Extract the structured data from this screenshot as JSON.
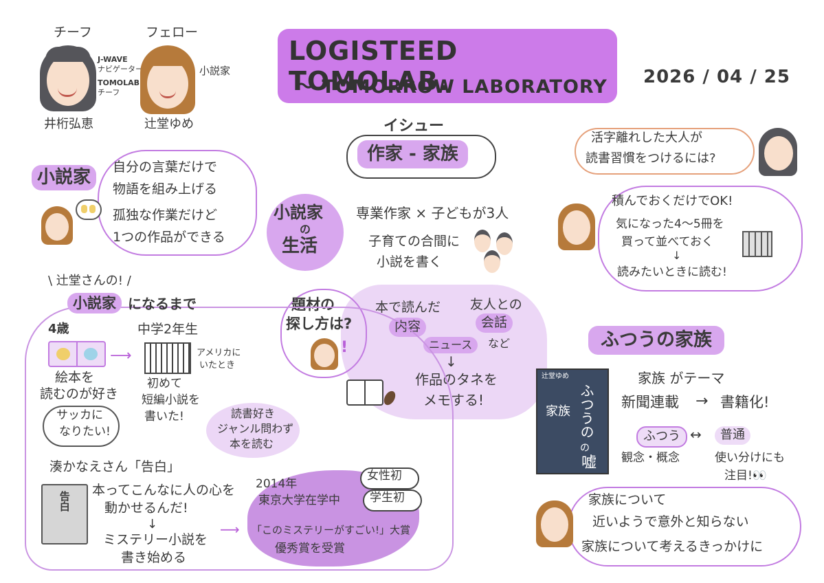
{
  "header": {
    "title_line1": "LOGISTEED TOMOLAB.",
    "title_line2": "〜 TOMORROW LABORATORY",
    "date": "2026 / 04 / 25"
  },
  "people": {
    "chief_role": "チーフ",
    "chief_note1": "J-WAVE",
    "chief_note2": "ナビゲーター",
    "chief_note3": "TOMOLAB.",
    "chief_note4": "チーフ",
    "chief_name": "井桁弘恵",
    "fellow_role": "フェロー",
    "fellow_note": "小説家",
    "fellow_name": "辻堂ゆめ"
  },
  "novelist": {
    "label": "小説家",
    "line1": "自分の言葉だけで",
    "line2": "物語を組み上げる",
    "line3": "孤独な作業だけど",
    "line4": "1つの作品ができる"
  },
  "issue": {
    "label": "イシュー",
    "theme": "作家 - 家族"
  },
  "life": {
    "label1": "小説家",
    "label2": "の",
    "label3": "生活",
    "line1": "専業作家 × 子どもが3人",
    "line2": "子育ての合間に",
    "line3": "小説を書く"
  },
  "material": {
    "question1": "題材の",
    "question2": "探し方は?",
    "source1_a": "本で読んだ",
    "source1_b": "内容",
    "source2_a": "友人との",
    "source2_b": "会話",
    "source3": "ニュース",
    "etc": "など",
    "arrow": "↓",
    "result1": "作品のタネを",
    "result2": "メモする!"
  },
  "history": {
    "intro": "\\ 辻堂さんの! /",
    "title_hl": "小説家",
    "title_rest": "になるまで",
    "age": "4歳",
    "age_line1": "絵本を",
    "age_line2": "読むのが好き",
    "dream1": "サッカに",
    "dream2": "なりたい!",
    "middle": "中学2年生",
    "america1": "アメリカに",
    "america2": "いたとき",
    "first1": "初めて",
    "first2": "短編小説を",
    "first3": "書いた!",
    "reading1": "読書好き",
    "reading2": "ジャンル問わず",
    "reading3": "本を読む",
    "book_author": "湊かなえさん「告白」",
    "book_cover": "告白",
    "moved1": "本ってこんなに人の心を",
    "moved2": "動かせるんだ!",
    "down": "↓",
    "start1": "ミステリー小説を",
    "start2": "書き始める",
    "year": "2014年",
    "univ": "東京大学在学中",
    "first_woman": "女性初",
    "first_student": "学生初",
    "award1": "「このミステリーがすごい!」大賞",
    "award2": "優秀賞を受賞"
  },
  "reading_habit": {
    "question1": "活字離れした大人が",
    "question2": "読書習慣をつけるには?",
    "answer1": "積んでおくだけでOK!",
    "answer2": "気になった4〜5冊を",
    "answer3": "買って並べておく",
    "arrow": "↓",
    "answer4": "読みたいときに読む!"
  },
  "normal_family": {
    "title": "ふつうの家族",
    "cover_author": "辻堂ゆめ",
    "cover_title1": "ふつうの",
    "cover_title2": "家族",
    "cover_title3": "の",
    "cover_title4": "嘘",
    "theme": "家族 がテーマ",
    "serial_a": "新聞連載",
    "serial_arrow": "→",
    "serial_b": "書籍化!",
    "futsu_hira": "ふつう",
    "between": "↔",
    "futsu_kanji": "普通",
    "concept": "観念・概念",
    "usage1": "使い分けにも",
    "usage2": "注目!👀",
    "closing1": "家族について",
    "closing2": "近いようで意外と知らない",
    "closing3": "家族について考えるきっかけに"
  },
  "colors": {
    "accent": "#cc7be9",
    "accent_light": "#eedcf7",
    "outline": "#c27be1",
    "question_outline": "#e5a07a",
    "hair_dark": "#55555a",
    "hair_brown": "#b67a3b",
    "skin": "#f8dfcc"
  }
}
